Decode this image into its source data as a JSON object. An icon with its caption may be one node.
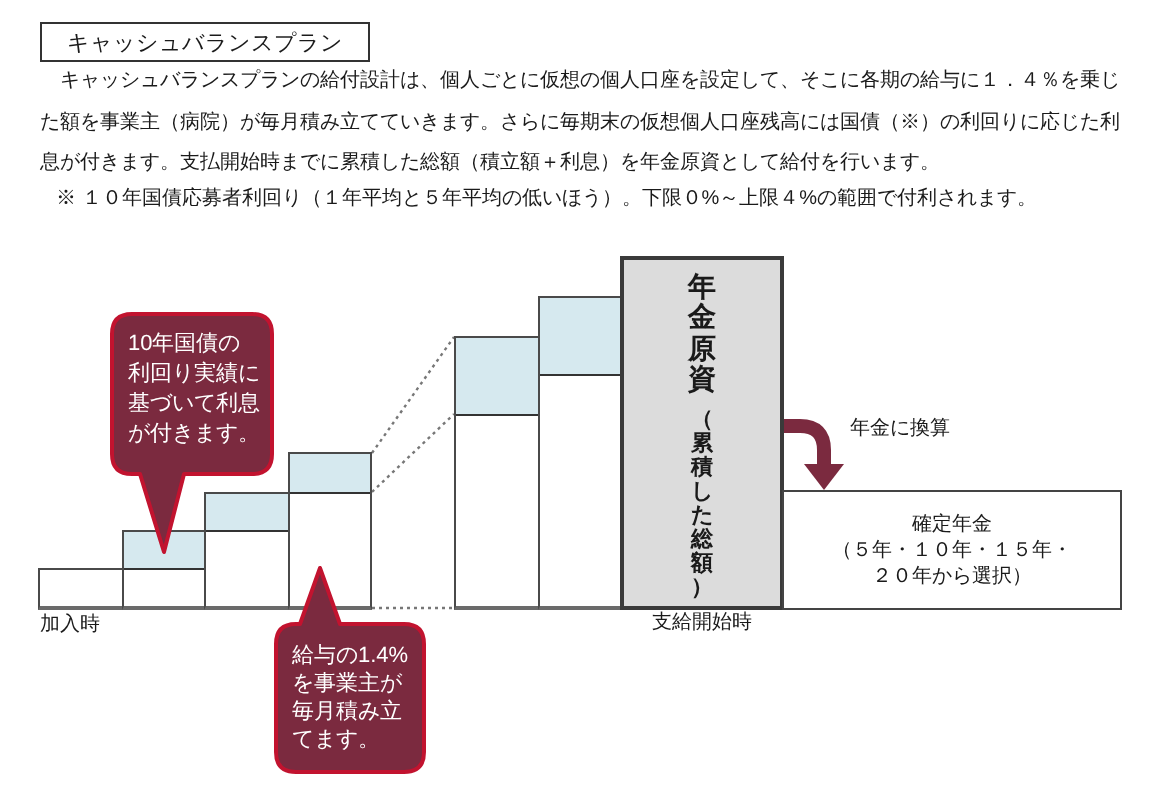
{
  "diagram": {
    "title": "キャッシュバランスプラン",
    "nodes": [
      {
        "text": [
          "10年国債の利回り実績に基づいて利息が付きます。"
        ]
      },
      {
        "text": [],
        "shape": "bar"
      },
      {
        "text": [],
        "shape": "bar"
      },
      {
        "text": [],
        "shape": "bar"
      },
      {
        "text": [],
        "shape": "bar"
      },
      {
        "text": [],
        "shape": "bar"
      },
      {
        "text": [],
        "shape": "bar"
      },
      {
        "text": [
          "年金原資",
          "（累積した総額）"
        ]
      },
      {
        "text": [
          "確定年金",
          "（５年・１０年・１５年・２０年から選択）"
        ]
      },
      {
        "text": [
          "給与の1.4%を事業主が毎月積み立てます。"
        ]
      }
    ],
    "edges": [
      {
        "from": 4,
        "to": 5,
        "arrow": "none",
        "style": "dashed"
      },
      {
        "from": 4,
        "to": 5,
        "arrow": "none",
        "style": "dashed"
      },
      {
        "from": 4,
        "to": 5,
        "arrow": "none",
        "style": "dashed"
      },
      {
        "from": 7,
        "to": 8,
        "arrow": "to",
        "label": "年金に換算",
        "style": "thick",
        "color": "#7b2a3f"
      }
    ],
    "labels": [
      "キャッシュバランスプランの給付設計は、個人ごとに仮想の個人口座を設定して、そこに各期の給与に１．４％を乗じた額を事業主（病院）が毎月積み立てていきます。さらに毎期末の仮想個人口座残高には国債（※）の利回りに応じた利息が付きます。支払開始時までに累積した総額（積立額＋利息）を年金原資として給付を行います。",
      "※ １０年国債応募者利回り（１年平均と５年平均の低いほう）。下限０%～上限４%の範囲で付利されます。",
      "加入時",
      "支給開始時"
    ]
  }
}
